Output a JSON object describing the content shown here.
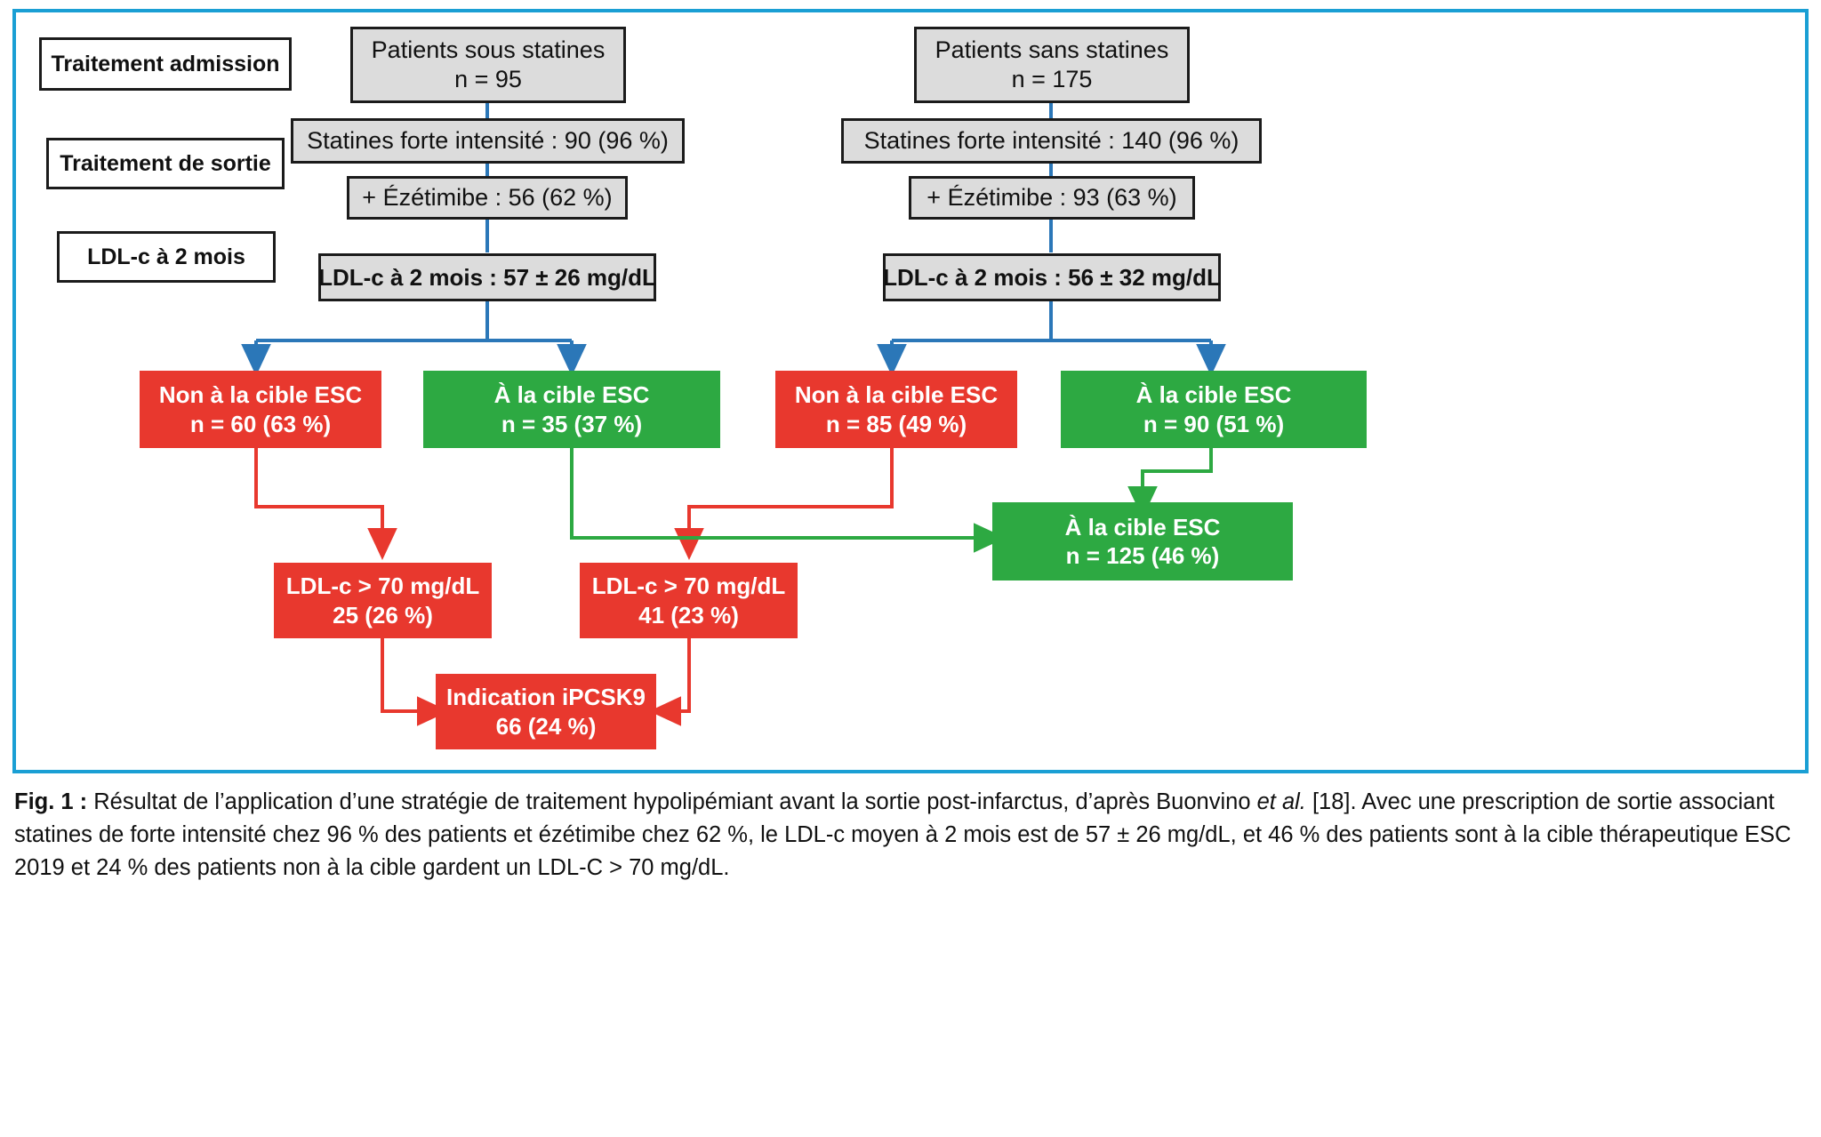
{
  "figure": {
    "accent_border_color": "#1a9fd4",
    "grey_fill": "#dcdcdc",
    "red_fill": "#e8382e",
    "green_fill": "#2da942",
    "link_blue": "#2b77b8"
  },
  "stage_labels": [
    {
      "label": "Traitement admission"
    },
    {
      "label": "Traitement de sortie"
    },
    {
      "label": "LDL-c à 2 mois"
    }
  ],
  "left_branch": {
    "top": {
      "line1": "Patients sous statines",
      "line2": "n = 95"
    },
    "statines": {
      "line1": "Statines forte intensité : 90 (96 %)"
    },
    "ezetimibe": {
      "line1": "+ Ézétimibe :  56 (62 %)"
    },
    "ldl": {
      "line1": "LDL-c à 2 mois : 57 ± 26 mg/dL"
    },
    "not_at_target": {
      "line1": "Non à la cible ESC",
      "line2": "n = 60 (63 %)"
    },
    "at_target": {
      "line1": "À la cible ESC",
      "line2": "n = 35 (37 %)"
    },
    "ldl_high": {
      "line1": "LDL-c > 70 mg/dL",
      "line2": "25 (26 %)"
    }
  },
  "right_branch": {
    "top": {
      "line1": "Patients sans statines",
      "line2": "n = 175"
    },
    "statines": {
      "line1": "Statines forte intensité : 140 (96 %)"
    },
    "ezetimibe": {
      "line1": "+ Ézétimibe :  93 (63 %)"
    },
    "ldl": {
      "line1": "LDL-c à 2 mois : 56 ± 32 mg/dL"
    },
    "not_at_target": {
      "line1": "Non à la cible ESC",
      "line2": "n = 85 (49 %)"
    },
    "at_target": {
      "line1": "À la cible ESC",
      "line2": "n = 90 (51 %)"
    },
    "ldl_high": {
      "line1": "LDL-c > 70 mg/dL",
      "line2": "41 (23 %)"
    }
  },
  "pooled": {
    "at_target_total": {
      "line1": "À  la cible ESC",
      "line2": "n = 125 (46 %)"
    },
    "ipcsk9": {
      "line1": "Indication iPCSK9",
      "line2": "66 (24 %)"
    }
  },
  "caption": {
    "prefix": "Fig. 1 :",
    "part1": " Résultat de l’application d’une stratégie de traitement hypolipémiant avant la sortie post-infarctus, d’après Buonvino ",
    "italic": "et al.",
    "part2": " [18]. Avec une prescription de sortie associant statines de forte intensité chez 96 % des patients et ézétimibe chez 62 %, le LDL-c moyen à 2 mois est de 57 ± 26 mg/dL, et 46 % des patients sont à la cible thérapeutique ESC 2019 et 24 % des patients non à la cible gardent un LDL-C > 70 mg/dL."
  }
}
